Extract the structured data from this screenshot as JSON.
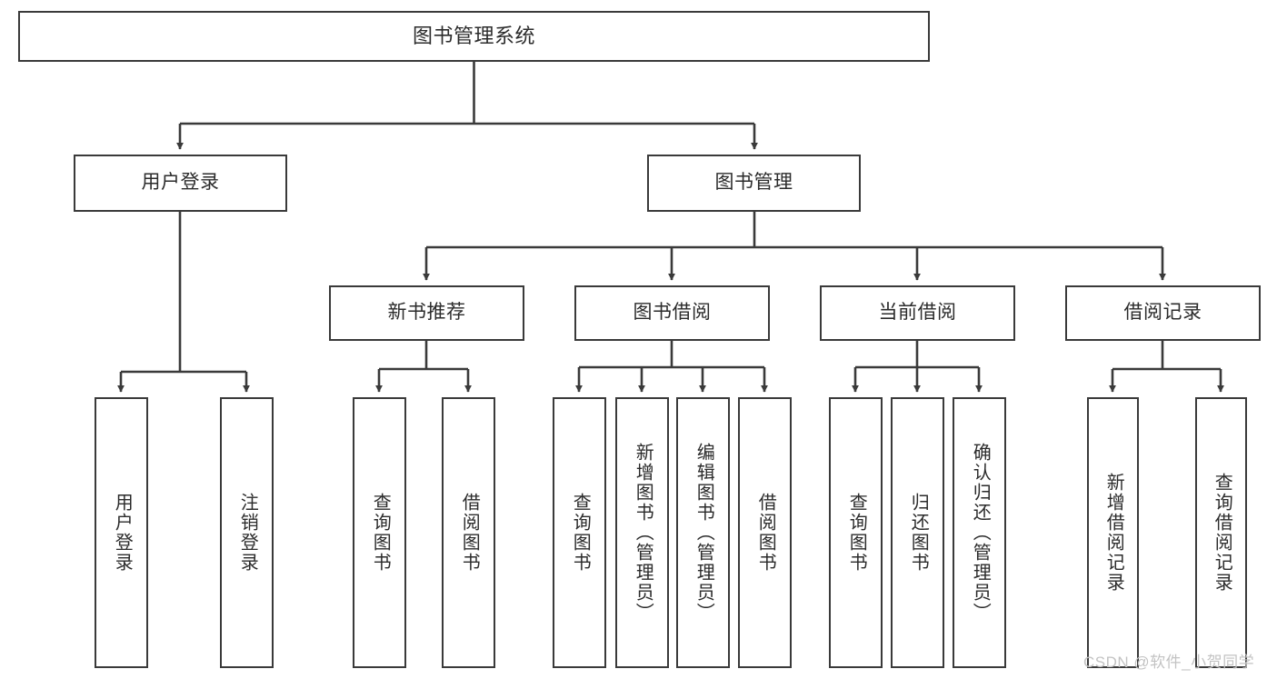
{
  "diagram": {
    "title": "图书管理系统",
    "type": "tree-hierarchy",
    "watermark": "CSDN @软件_小贺同学",
    "colors": {
      "box_border": "#3a3a3a",
      "box_fill": "#ffffff",
      "connector": "#3a3a3a",
      "text": "#2b2b2b",
      "watermark": "#c3c3c3",
      "background": "#ffffff"
    }
  },
  "nodes": {
    "root": {
      "label": "图书管理系统"
    },
    "level2": [
      {
        "id": "user-login",
        "label": "用户登录"
      },
      {
        "id": "book-management",
        "label": "图书管理"
      }
    ],
    "level3": [
      {
        "id": "new-book-recommend",
        "label": "新书推荐"
      },
      {
        "id": "book-borrow",
        "label": "图书借阅"
      },
      {
        "id": "current-borrow",
        "label": "当前借阅"
      },
      {
        "id": "borrow-record",
        "label": "借阅记录"
      }
    ],
    "leaves": [
      {
        "id": "leaf-user-login",
        "label": "用户登录",
        "parent": "user-login"
      },
      {
        "id": "leaf-user-logout",
        "label": "注销登录",
        "parent": "user-login"
      },
      {
        "id": "leaf-query-book-1",
        "label": "查询图书",
        "parent": "new-book-recommend"
      },
      {
        "id": "leaf-borrow-book-1",
        "label": "借阅图书",
        "parent": "new-book-recommend"
      },
      {
        "id": "leaf-query-book-2",
        "label": "查询图书",
        "parent": "book-borrow"
      },
      {
        "id": "leaf-add-book",
        "label": "新增图书（管理员）",
        "parent": "book-borrow"
      },
      {
        "id": "leaf-edit-book",
        "label": "编辑图书（管理员）",
        "parent": "book-borrow"
      },
      {
        "id": "leaf-borrow-book-2",
        "label": "借阅图书",
        "parent": "book-borrow"
      },
      {
        "id": "leaf-query-book-3",
        "label": "查询图书",
        "parent": "current-borrow"
      },
      {
        "id": "leaf-return-book",
        "label": "归还图书",
        "parent": "current-borrow"
      },
      {
        "id": "leaf-confirm-return",
        "label": "确认归还（管理员）",
        "parent": "current-borrow"
      },
      {
        "id": "leaf-add-record",
        "label": "新增借阅记录",
        "parent": "borrow-record"
      },
      {
        "id": "leaf-query-record",
        "label": "查询借阅记录",
        "parent": "borrow-record"
      }
    ]
  }
}
